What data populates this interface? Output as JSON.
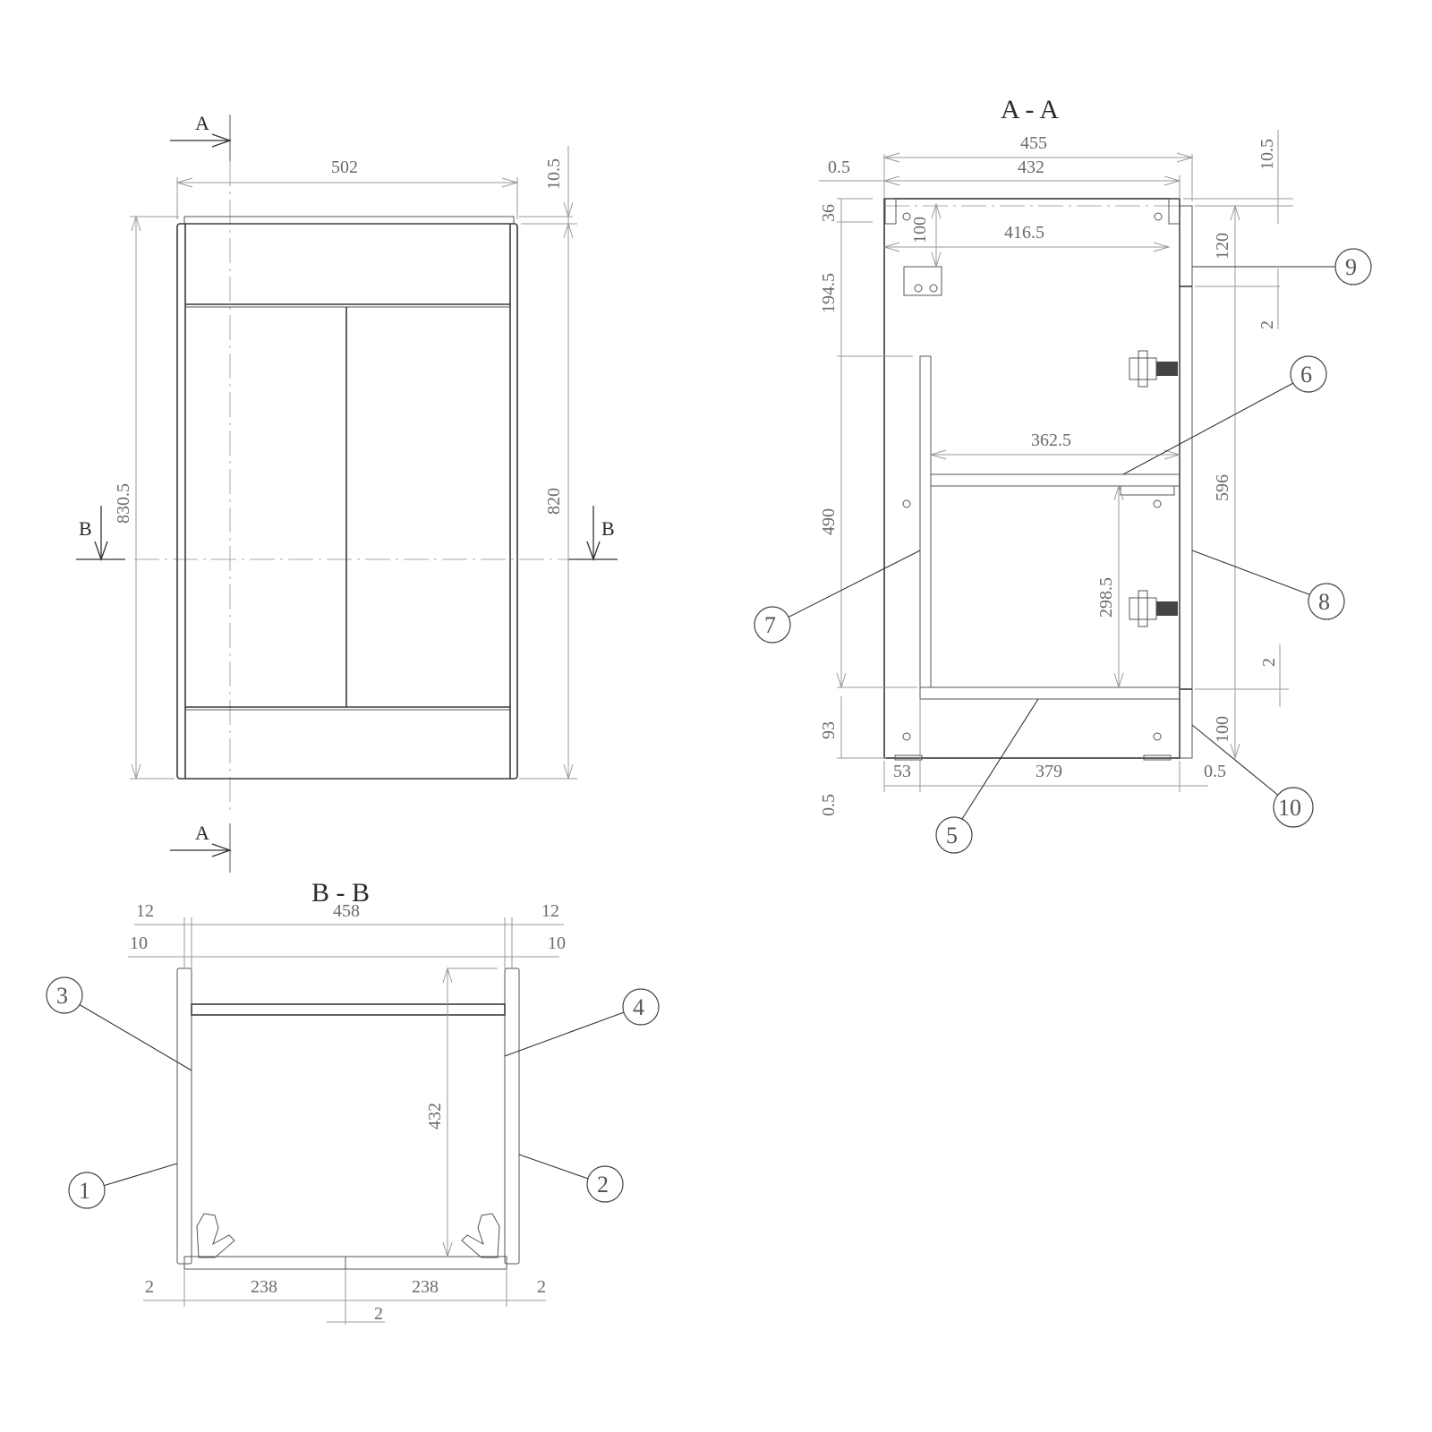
{
  "drawing": {
    "type": "technical-drawing",
    "subject": "two-door vanity base cabinet",
    "views": {
      "front": {
        "section_markers": {
          "a_top": "A",
          "a_bottom": "A",
          "b_left": "B",
          "b_right": "B"
        },
        "dimensions": {
          "overall_width": "502",
          "overall_height": "830.5",
          "door_height": "820",
          "top_offset": "10.5"
        }
      },
      "section_aa": {
        "title": "A - A",
        "dimensions": {
          "outer_depth": "455",
          "carcass_depth": "432",
          "top_gap_left": "0.5",
          "top_offset": "10.5",
          "rail_height": "36",
          "rail_to_bracket": "100",
          "top_inner_width": "416.5",
          "upper_zone_height": "194.5",
          "drawer_front_height": "120",
          "gap_upper": "2",
          "shelf_width": "362.5",
          "door_height": "596",
          "mid_zone_height": "490",
          "shelf_to_base": "298.5",
          "gap_lower": "2",
          "plinth_height": "93",
          "plinth_front_height": "100",
          "bottom_left_gap": "0.5",
          "left_setback": "53",
          "base_width": "379",
          "bottom_right_gap": "0.5"
        },
        "balloons": [
          "5",
          "6",
          "7",
          "8",
          "9",
          "10"
        ]
      },
      "section_bb": {
        "title": "B - B",
        "dimensions": {
          "left_outer_panel": "12",
          "left_inner_panel": "10",
          "inner_width": "458",
          "right_outer_panel": "12",
          "right_inner_panel": "10",
          "inner_depth": "432",
          "left_gap": "2",
          "left_door_width": "238",
          "right_door_width": "238",
          "right_gap": "2",
          "center_gap": "2"
        },
        "balloons": [
          "1",
          "2",
          "3",
          "4"
        ]
      }
    },
    "colors": {
      "object_line": "#3a3a3a",
      "dimension_line": "#9a9a9a",
      "dimension_text": "#6a6a6a",
      "background": "#ffffff"
    }
  }
}
